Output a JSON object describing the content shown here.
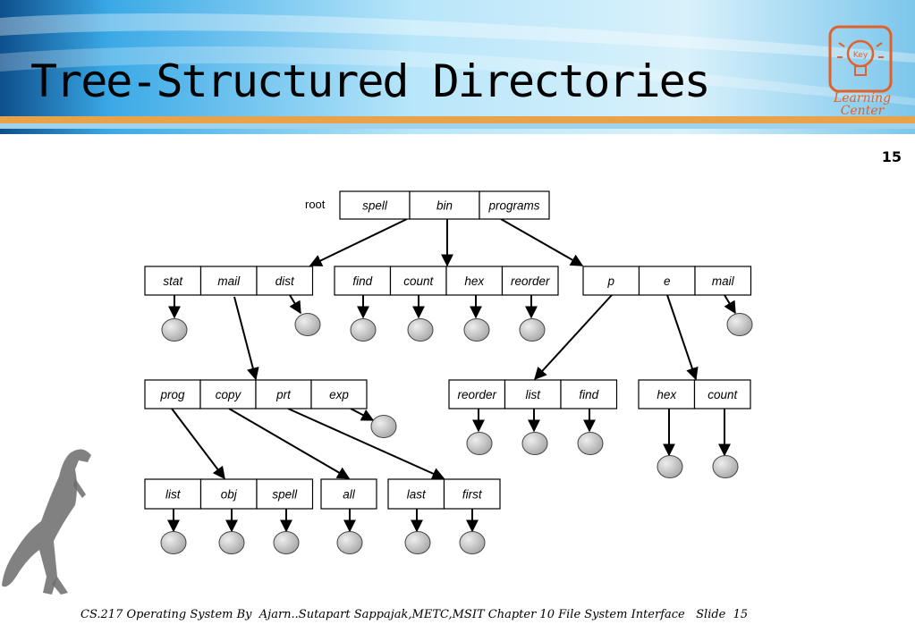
{
  "slide": {
    "title": "Tree-Structured Directories",
    "number": "15",
    "footer": "CS.217 Operating System By  Ajarn..Sutapart Sappajak,METC,MSIT Chapter 10 File System Interface   Slide  15"
  },
  "logo": {
    "line1": "Learning",
    "line2": "Center",
    "bulb_text": "Key"
  },
  "colors": {
    "header_blue": "#2fa8e0",
    "header_stripe_orange": "#e8a24a",
    "logo_orange": "#e0612a",
    "node_fill": "#c8c8c8"
  },
  "diagram": {
    "root_label": "root",
    "directories": [
      {
        "id": "root",
        "entries": [
          "spell",
          "bin",
          "programs"
        ]
      },
      {
        "id": "d_stat",
        "entries": [
          "stat",
          "mail",
          "dist"
        ]
      },
      {
        "id": "d_find",
        "entries": [
          "find",
          "count",
          "hex",
          "reorder"
        ]
      },
      {
        "id": "d_p",
        "entries": [
          "p",
          "e",
          "mail"
        ]
      },
      {
        "id": "d_prog",
        "entries": [
          "prog",
          "copy",
          "prt",
          "exp"
        ]
      },
      {
        "id": "d_reorder",
        "entries": [
          "reorder",
          "list",
          "find"
        ]
      },
      {
        "id": "d_hex",
        "entries": [
          "hex",
          "count"
        ]
      },
      {
        "id": "d_list",
        "entries": [
          "list",
          "obj",
          "spell"
        ]
      },
      {
        "id": "d_all",
        "entries": [
          "all"
        ]
      },
      {
        "id": "d_last",
        "entries": [
          "last",
          "first"
        ]
      }
    ]
  }
}
